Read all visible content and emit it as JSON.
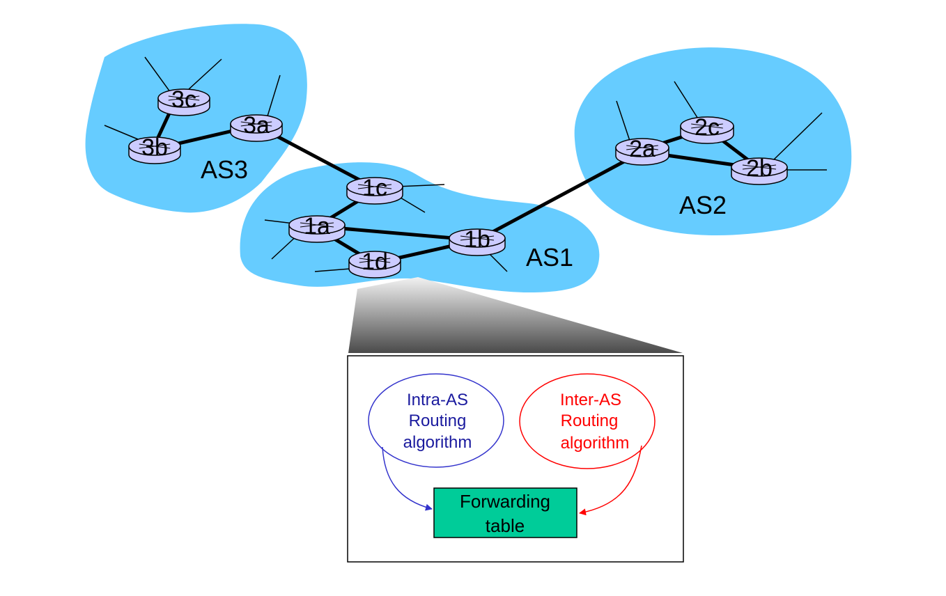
{
  "as_labels": {
    "as1": "AS1",
    "as2": "AS2",
    "as3": "AS3"
  },
  "routers": {
    "r1a": "1a",
    "r1b": "1b",
    "r1c": "1c",
    "r1d": "1d",
    "r2a": "2a",
    "r2b": "2b",
    "r2c": "2c",
    "r3a": "3a",
    "r3b": "3b",
    "r3c": "3c"
  },
  "detail": {
    "intra": {
      "line1": "Intra-AS",
      "line2": "Routing",
      "line3": "algorithm"
    },
    "inter": {
      "line1": "Inter-AS",
      "line2": "Routing",
      "line3": "algorithm"
    },
    "forwarding": {
      "line1": "Forwarding",
      "line2": "table"
    }
  },
  "colors": {
    "cloud": "#66ccff",
    "router_fill": "#ccccff",
    "intra": "#1a1a9e",
    "inter": "#ff0000",
    "forwarding_fill": "#00cc99"
  }
}
